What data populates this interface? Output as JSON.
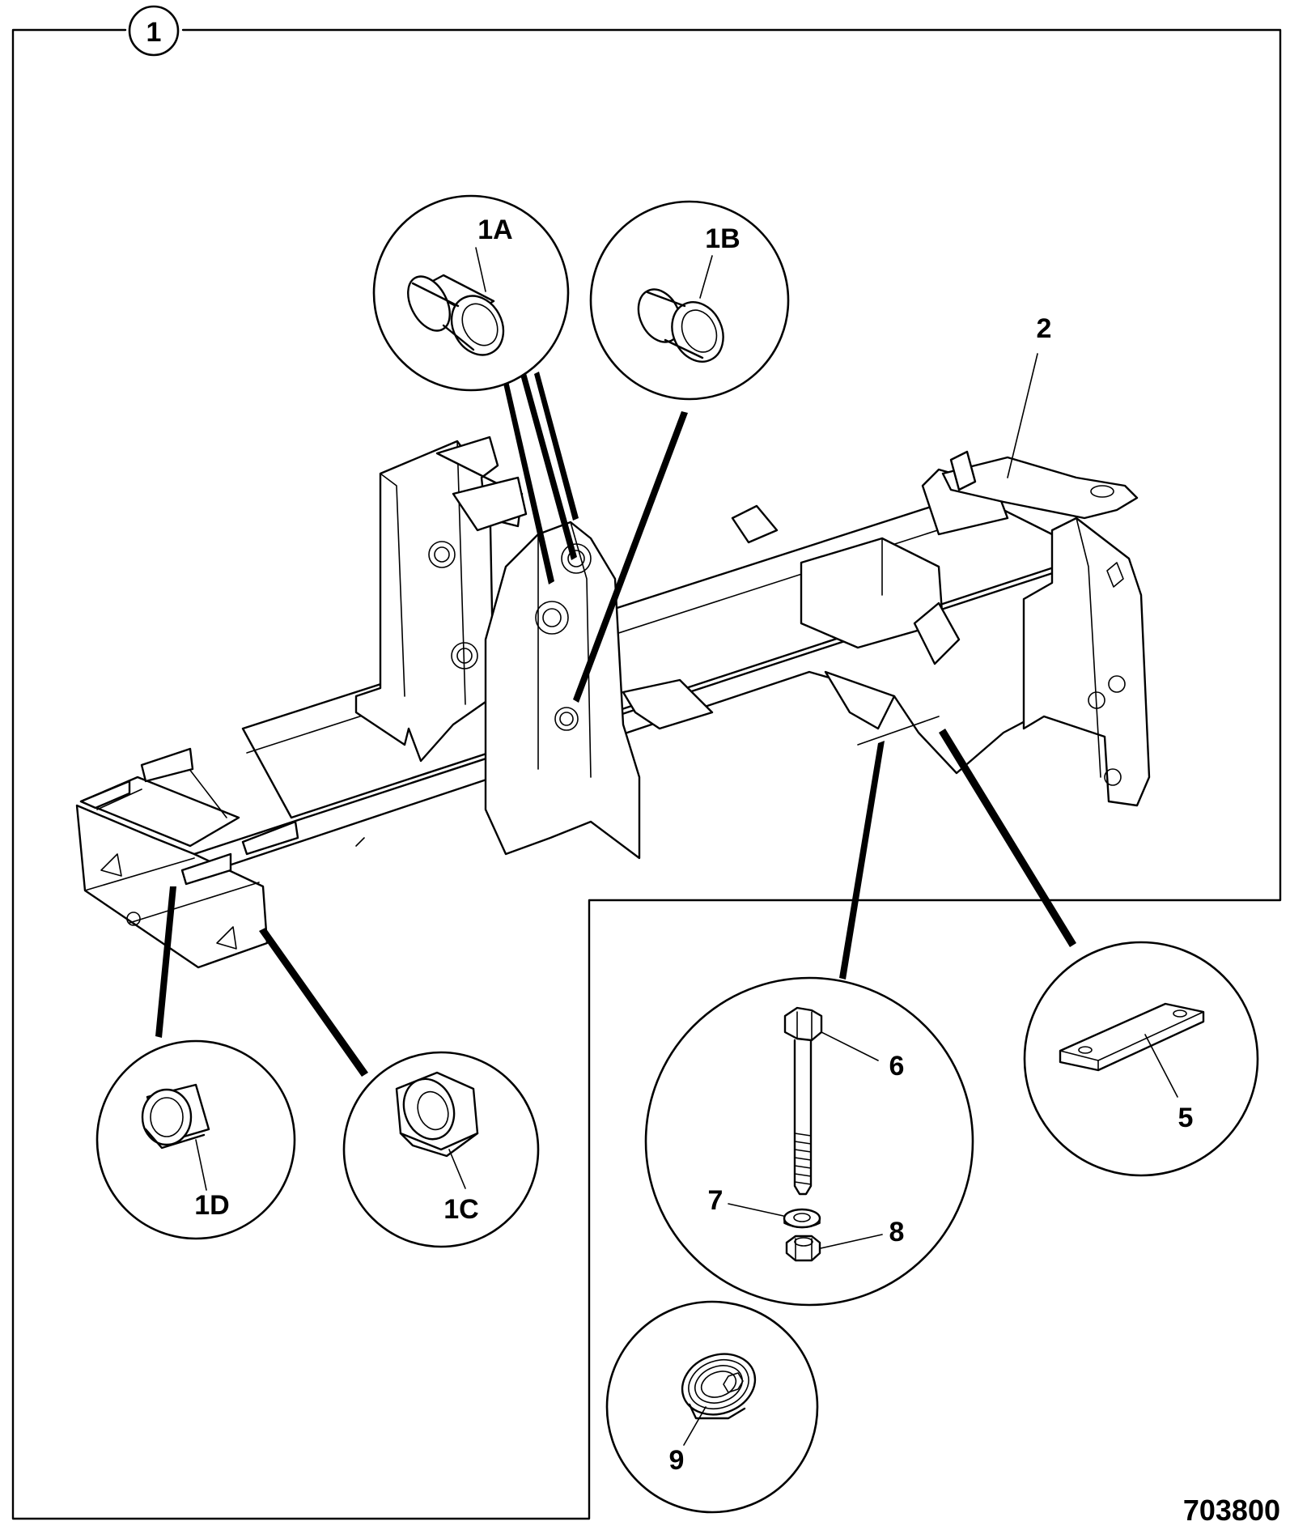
{
  "figure": {
    "group_callout": "1",
    "figure_number": "703800"
  },
  "callouts": {
    "c1A": "1A",
    "c1B": "1B",
    "c1C": "1C",
    "c1D": "1D",
    "c2": "2",
    "c5": "5",
    "c6": "6",
    "c7": "7",
    "c8": "8",
    "c9": "9"
  },
  "parts": [
    {
      "ref": "1",
      "icon": "chassis-frame-assembly-icon"
    },
    {
      "ref": "1A",
      "icon": "bush-icon"
    },
    {
      "ref": "1B",
      "icon": "bush-icon"
    },
    {
      "ref": "1C",
      "icon": "spacer-nut-icon"
    },
    {
      "ref": "1D",
      "icon": "bush-icon"
    },
    {
      "ref": "2",
      "icon": "chassis-frame-icon"
    },
    {
      "ref": "5",
      "icon": "plate-icon"
    },
    {
      "ref": "6",
      "icon": "bolt-icon"
    },
    {
      "ref": "7",
      "icon": "washer-icon"
    },
    {
      "ref": "8",
      "icon": "nut-icon"
    },
    {
      "ref": "9",
      "icon": "plug-icon"
    }
  ]
}
